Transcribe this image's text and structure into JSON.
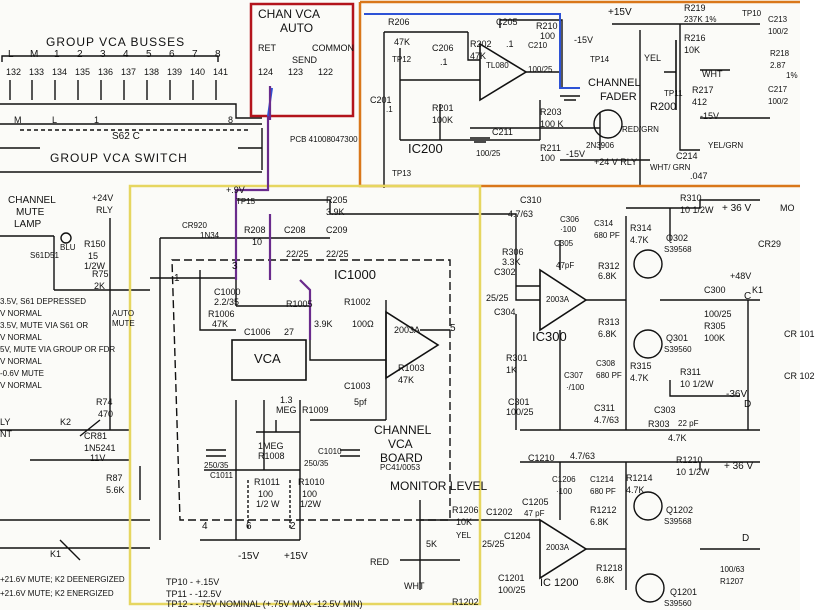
{
  "highlight_colors": {
    "red": "#b3141c",
    "orange": "#d9771a",
    "yellow": "#e6d660",
    "blue": "#2d52d6",
    "purple": "#6a2b8c"
  },
  "title_block": {
    "line1": "CHAN VCA",
    "line2": "AUTO",
    "ret": "RET",
    "send": "SEND",
    "common": "COMMON",
    "pins": [
      "124",
      "123",
      "122"
    ]
  },
  "group_vca": {
    "title": "GROUP VCA BUSSES",
    "letters": [
      "L",
      "M",
      "1",
      "2",
      "3",
      "4",
      "5",
      "6",
      "7",
      "8"
    ],
    "numbers": [
      "132",
      "133",
      "134",
      "135",
      "136",
      "137",
      "138",
      "139",
      "140",
      "141"
    ],
    "row_letters": [
      "M",
      "L",
      "1",
      "8"
    ],
    "switch_ref": "S62 C",
    "switch_label": "GROUP VCA SWITCH",
    "pcb_ref": "PCB 41008047300"
  },
  "fader": {
    "r206": "R206",
    "r206v": "47K",
    "r202": "R202",
    "r202v": "47K",
    "c206": "C206",
    "c206v": ".1",
    "c205": "C205",
    "c205v": ".1",
    "r210": "R210",
    "r210v": "100",
    "c210": "C210",
    "c210v": "100/25",
    "tp12": "TP12",
    "tp14": "TP14",
    "c201": "C201",
    "c201v": ".1",
    "r201": "R201",
    "r201v": "100K",
    "ic_type": "TL080",
    "ic_label": "IC200",
    "fader_label": "CHANNEL",
    "fader_label2": "FADER",
    "r200": "R200",
    "r203": "R203",
    "r203v": "100 K",
    "q": "2N3906",
    "c211": "C211",
    "c211v": "100/25",
    "r211": "R211",
    "r211v": "100",
    "plus15": "+15V",
    "minus15": "-15V",
    "plus15b": "+15 V",
    "minus15b": "-15V",
    "r219": "R219",
    "r219v": "237K 1%",
    "tp10": "TP10",
    "r216": "R216",
    "r216v": "10K",
    "yel": "YEL",
    "wht": "WHT",
    "r217": "R217",
    "r217v": "412",
    "tp11": "TP11",
    "minus15c": "-15V",
    "red_grn": "RED/GRN",
    "yel_grn": "YEL/GRN",
    "wht_grn": "WHT/ GRN",
    "c214": "C214",
    "c214v": ".047",
    "plus24": "+24 V RLY",
    "tp13": "TP13",
    "c213": "C213",
    "c213v": "100/2",
    "r218": "R218",
    "r218v": "2.87",
    "r218t": "1%",
    "c217": "C217",
    "c217v": "100/2"
  },
  "vca_board": {
    "tp15": "TP15",
    "plus9": "+.9V",
    "r205": "R205",
    "r205v": "3.9K",
    "cr920": "CR920",
    "cr920v": "1N34",
    "r208": "R208",
    "r208v": "10",
    "c208": "C208",
    "c208v": "22/25",
    "c209": "C209",
    "c209v": "22/25",
    "ic": "IC1000",
    "c1000": "C1000",
    "c1000v": "2.2/35",
    "r1006": "R1006",
    "r1006v": "47K",
    "c1006": "C1006",
    "c1006v": "27",
    "r1005": "R1005",
    "r1005v": "3.9K",
    "r1002": "R1002",
    "r1002v": "100Ω",
    "opamp": "2003A",
    "vca": "VCA",
    "r1003": "R1003",
    "r1003v": "47K",
    "c1003": "C1003",
    "c1003v": "5pf",
    "r1009": "1.3",
    "r1009b": "MEG",
    "r1009c": "R1009",
    "r1008": "1MEG",
    "r1008b": "R1008",
    "c1010": "C1010",
    "c1010v": "250/35",
    "c1011": "C1011",
    "c1011v": "250/35",
    "r1011": "R1011",
    "r1011v": "100",
    "r1011w": "1/2 W",
    "r1010": "R1010",
    "r1010v": "100",
    "r1010w": "1/2W",
    "board1": "CHANNEL",
    "board2": "VCA",
    "board3": "BOARD",
    "board_pcb": "PC41/0053",
    "pins": [
      "4",
      "6",
      "2",
      "3",
      "5",
      "1"
    ],
    "minus15": "-15V",
    "plus15": "+15V"
  },
  "mute": {
    "title": [
      "CHANNEL",
      "MUTE",
      "LAMP"
    ],
    "rly": "+24V",
    "rly2": "RLY",
    "blu": "BLU",
    "s61": "S61D51",
    "r150": "R150",
    "r150v": "15",
    "r150w": "1/2W",
    "r75": "R75",
    "r75v": "2K",
    "lines": [
      "3.5V, S61 DEPRESSED",
      "  V   NORMAL",
      "3.5V, MUTE VIA S61 OR",
      "  V   NORMAL",
      "5V, MUTE VIA GROUP OR FDR",
      "  V   NORMAL",
      "-0.6V MUTE",
      "  V   NORMAL"
    ],
    "auto": "AUTO",
    "auto2": "MUTE",
    "r74": "R74",
    "r74v": "470",
    "cr81": "CR81",
    "cr81v": "1N5241",
    "cr81w": "11V",
    "k2": "K2",
    "nt": "NT",
    "ly": "LY",
    "r87": "R87",
    "r87v": "5.6K",
    "k1": "K1",
    "foot": [
      "+21.6V MUTE; K2 DEENERGIZED",
      "+21.6V MUTE; K2 ENERGIZED"
    ]
  },
  "monitor": {
    "title": "MONITOR LEVEL",
    "r1206": "R1206",
    "r1206v": "10K",
    "yel": "YEL",
    "c1202": "C1202",
    "c1202v": "25/25",
    "c1204": "C1204",
    "c1201": "C1201",
    "c1201v": "100/25",
    "pot": "5K",
    "red": "RED",
    "wht": "WHT",
    "r1202": "R1202",
    "c1205": "C1205",
    "c1205v": "47 pF",
    "c1210": "C1210",
    "c1210v": "4.7/63",
    "c1206": "C1206",
    "c1206v": "·100",
    "c1214": "C1214",
    "c1214v": "680 PF",
    "r1214": "R1214",
    "r1214v": "4.7K",
    "r1210": "R1210",
    "r1210v": "10 1/2W",
    "plus36": "+ 36 V",
    "r1212": "R1212",
    "r1212v": "6.8K",
    "r1218": "R1218",
    "r1218v": "6.8K",
    "q1202": "Q1202",
    "q1202v": "S39568",
    "q1201": "Q1201",
    "q1201v": "S39560",
    "opamp": "2003A",
    "ic": "IC 1200",
    "r1207": "R1207",
    "r1207v": "100/63",
    "d": "D"
  },
  "ic300": {
    "c310": "C310",
    "c310v": "4.7/63",
    "c306": "C306",
    "c306v": "·100",
    "c314": "C314",
    "c314v": "680 PF",
    "c305": "C305",
    "c305v": "47pF",
    "r306": "R306",
    "r306v": "3.3K",
    "r314": "R314",
    "r314v": "4.7K",
    "r312": "R312",
    "r312v": "6.8K",
    "q302": "Q302",
    "q302v": "S39568",
    "r310": "R310",
    "r310v": "10 1/2W",
    "plus36": "+ 36 V",
    "c302": "C302",
    "c302v": "25/25",
    "c304": "C304",
    "opamp": "2003A",
    "ic": "IC300",
    "r313": "R313",
    "r313v": "6.8K",
    "q301": "Q301",
    "q301v": "S39560",
    "r315": "R315",
    "r315v": "4.7K",
    "r301": "R301",
    "r301v": "1K",
    "c301": "C301",
    "c301v": "100/25",
    "c307": "C307",
    "c307v": "·/100",
    "c308": "C308",
    "c308v": "680 PF",
    "c311": "C311",
    "c311v": "4.7/63",
    "r311": "R311",
    "r311v": "10 1/2W",
    "minus36": "-36V",
    "c303": "C303",
    "r303": "R303",
    "r303v": "22 pF",
    "r303w": "4.7K",
    "c300": "C300",
    "c300v": "100/25",
    "k1": "K1",
    "plus48": "+48V",
    "r305": "R305",
    "r305v": "100K",
    "cr29": "CR29",
    "cr101": "CR 101",
    "cr102": "CR 102",
    "c": "C",
    "d": "D",
    "mo": "MO"
  },
  "tp_notes": [
    "TP10 -  +.15V",
    "TP11 -  -12.5V",
    "TP12 -  -.75V NOMINAL (+.75V MAX  -12.5V MIN)"
  ]
}
